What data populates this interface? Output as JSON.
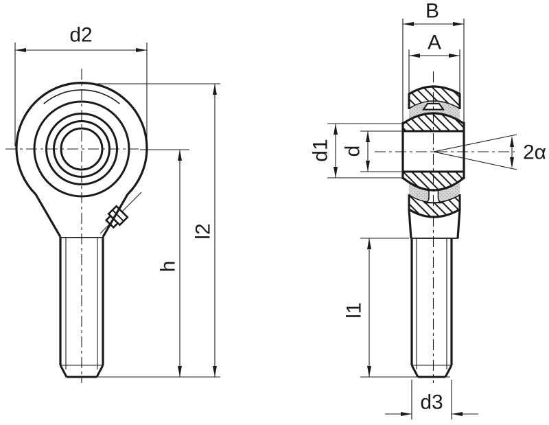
{
  "drawing": {
    "description": "Two-view technical drawing of a rod end bearing with male threaded shank",
    "views": {
      "front": "front-view",
      "side": "side-view-section"
    }
  },
  "colors": {
    "background": "#ffffff",
    "line": "#1a1a1a",
    "race_stipple": "#d8d8d8"
  },
  "labels": {
    "d2": "d2",
    "l2": "l2",
    "h": "h",
    "B": "B",
    "A": "A",
    "d1": "d1",
    "d": "d",
    "two_alpha": "2α",
    "l1": "l1",
    "d3": "d3"
  }
}
